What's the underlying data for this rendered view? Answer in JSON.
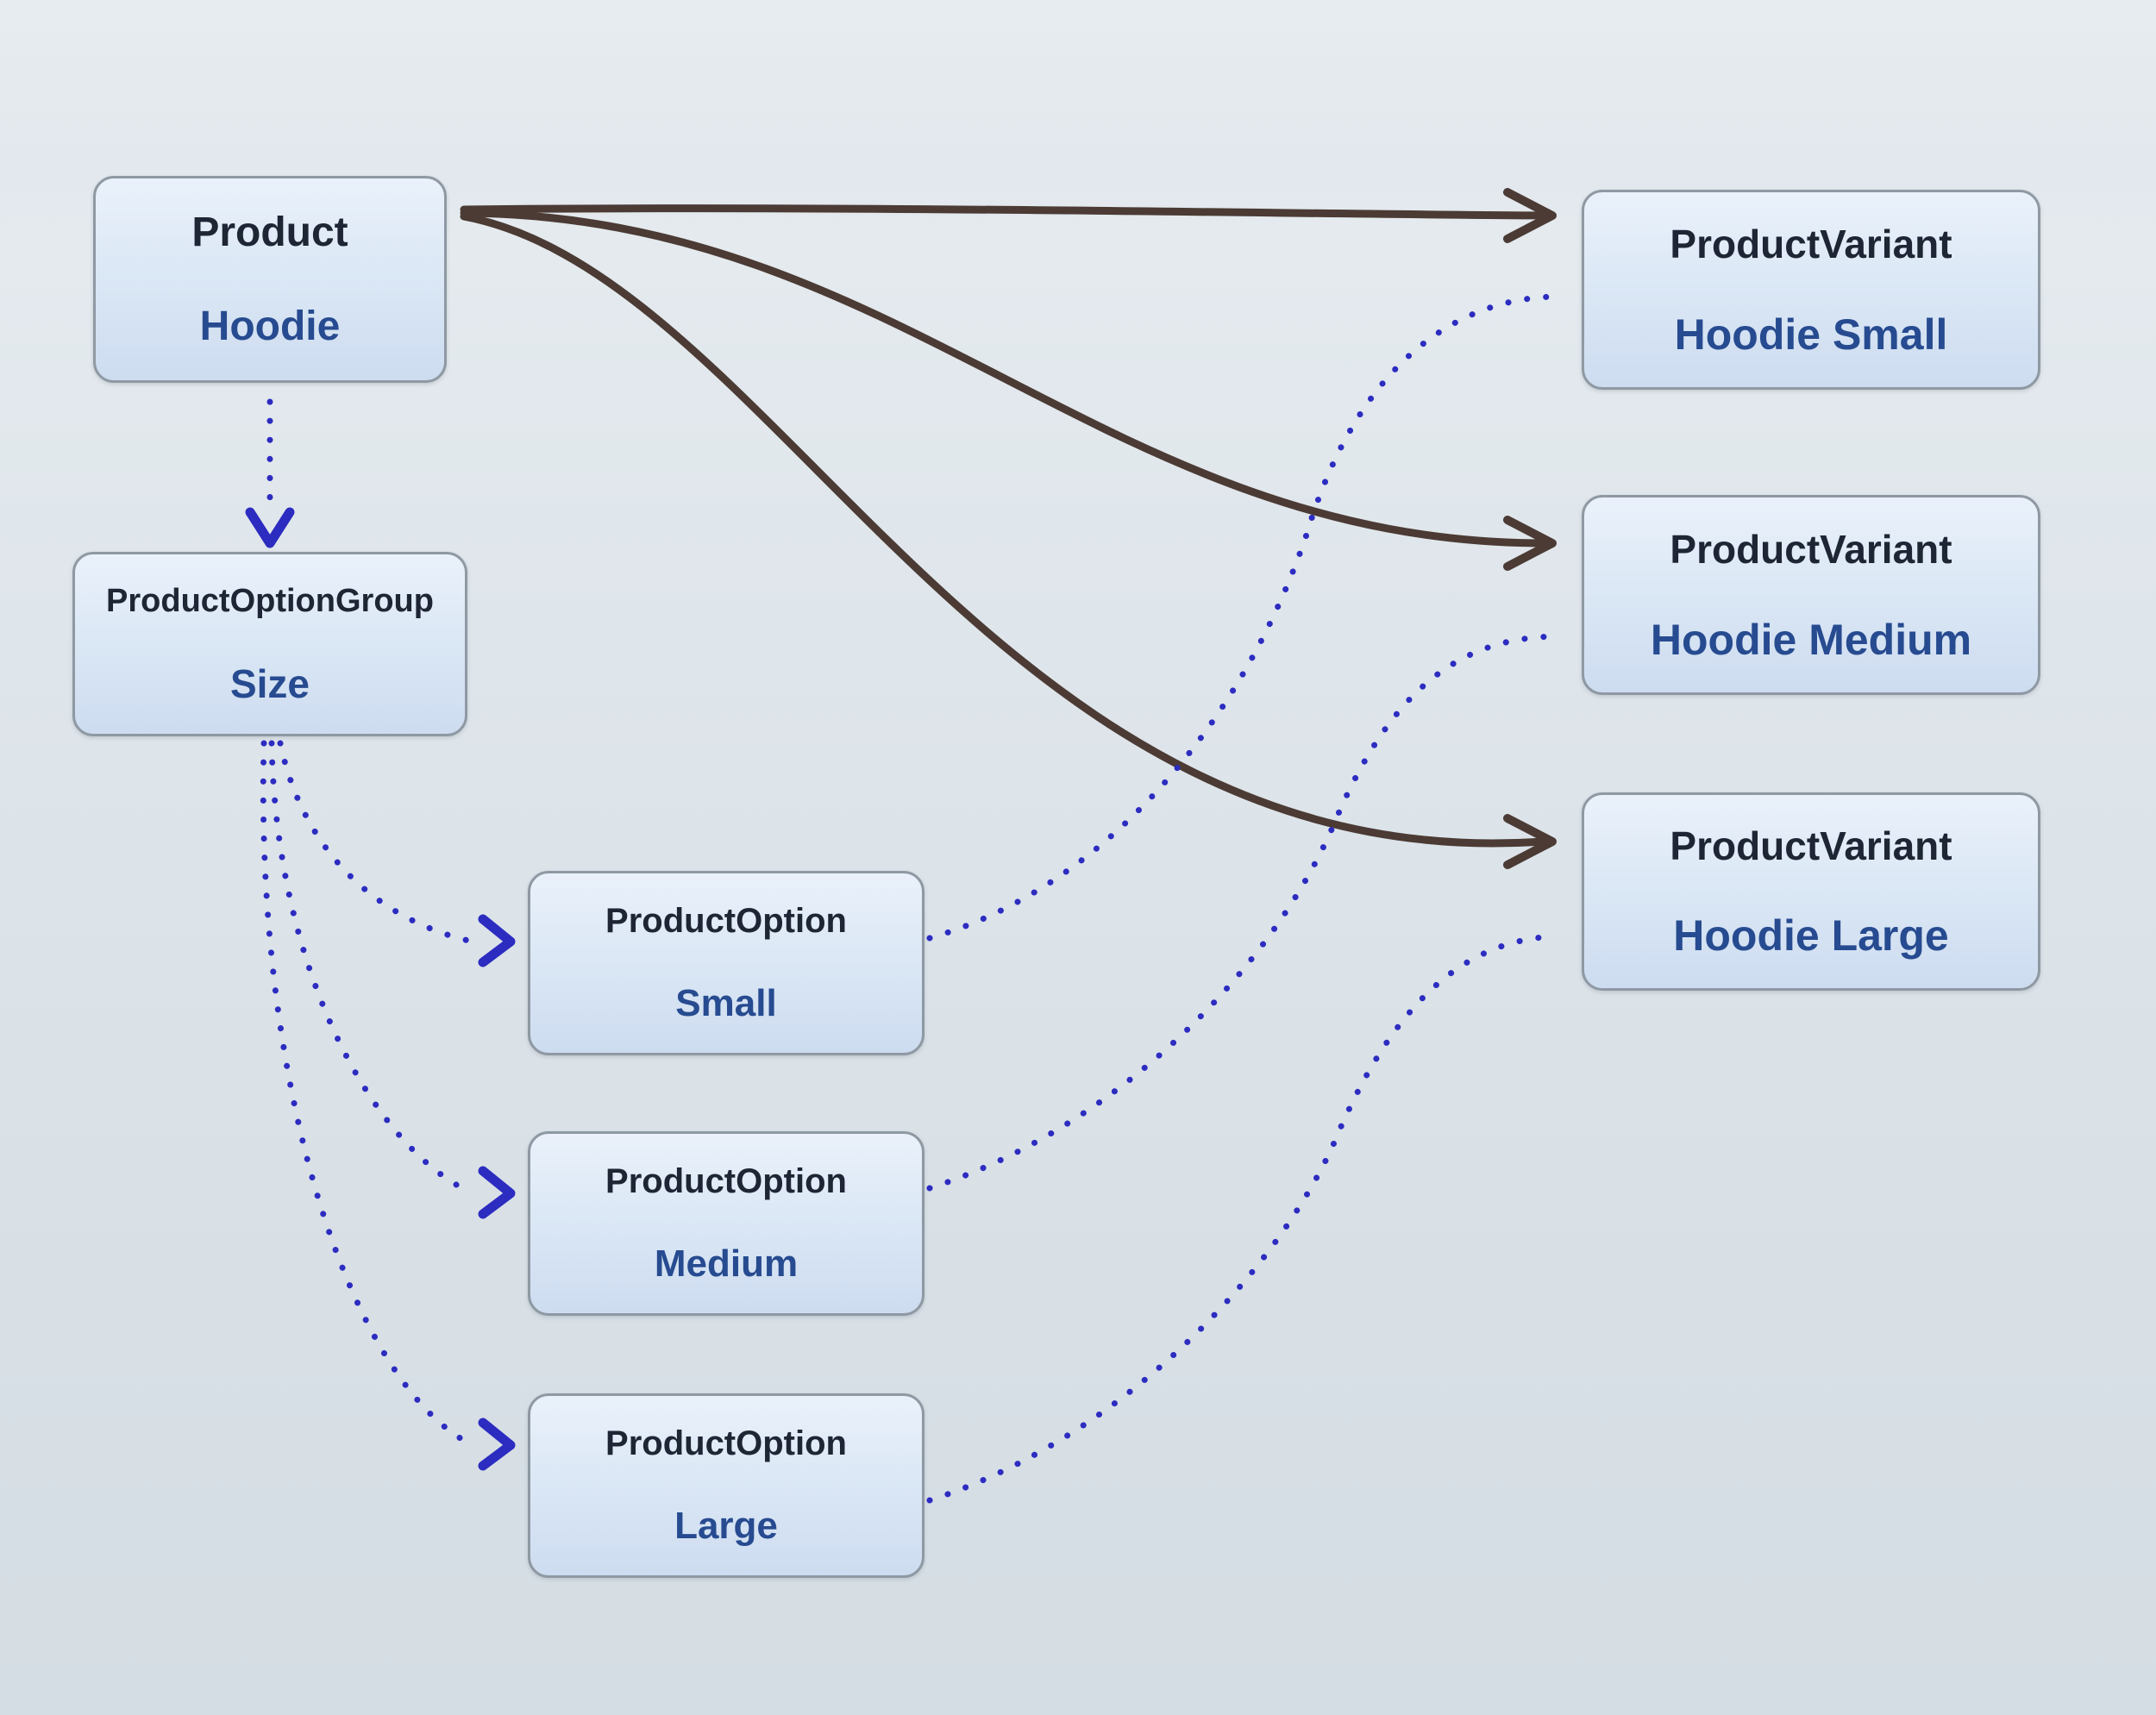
{
  "diagram": {
    "nodes": [
      {
        "id": "product",
        "type": "Product",
        "value": "Hoodie"
      },
      {
        "id": "pog",
        "type": "ProductOptionGroup",
        "value": "Size"
      },
      {
        "id": "po-small",
        "type": "ProductOption",
        "value": "Small"
      },
      {
        "id": "po-medium",
        "type": "ProductOption",
        "value": "Medium"
      },
      {
        "id": "po-large",
        "type": "ProductOption",
        "value": "Large"
      },
      {
        "id": "pv-small",
        "type": "ProductVariant",
        "value": "Hoodie Small"
      },
      {
        "id": "pv-medium",
        "type": "ProductVariant",
        "value": "Hoodie Medium"
      },
      {
        "id": "pv-large",
        "type": "ProductVariant",
        "value": "Hoodie Large"
      }
    ],
    "edges": [
      {
        "from": "Product (Hoodie)",
        "to": "ProductVariant (Hoodie Small)",
        "style": "solid-arrow"
      },
      {
        "from": "Product (Hoodie)",
        "to": "ProductVariant (Hoodie Medium)",
        "style": "solid-arrow"
      },
      {
        "from": "Product (Hoodie)",
        "to": "ProductVariant (Hoodie Large)",
        "style": "solid-arrow"
      },
      {
        "from": "Product (Hoodie)",
        "to": "ProductOptionGroup (Size)",
        "style": "dotted-arrow"
      },
      {
        "from": "ProductOptionGroup (Size)",
        "to": "ProductOption (Small)",
        "style": "dotted-arrow"
      },
      {
        "from": "ProductOptionGroup (Size)",
        "to": "ProductOption (Medium)",
        "style": "dotted-arrow"
      },
      {
        "from": "ProductOptionGroup (Size)",
        "to": "ProductOption (Large)",
        "style": "dotted-arrow"
      },
      {
        "from": "ProductOption (Small)",
        "to": "ProductVariant (Hoodie Small)",
        "style": "dotted-line"
      },
      {
        "from": "ProductOption (Medium)",
        "to": "ProductVariant (Hoodie Medium)",
        "style": "dotted-line"
      },
      {
        "from": "ProductOption (Large)",
        "to": "ProductVariant (Hoodie Large)",
        "style": "dotted-line"
      }
    ],
    "colors": {
      "background_top": "#e7ecf0",
      "background_bottom": "#d5dde4",
      "box_border": "#8f99a3",
      "box_fill_top": "#eaf1fb",
      "box_fill_bottom": "#cddcf0",
      "title_text": "#1e2534",
      "value_text": "#274b90",
      "solid_arrow": "#4b3b34",
      "dotted_arrow": "#2c2cc0"
    }
  }
}
